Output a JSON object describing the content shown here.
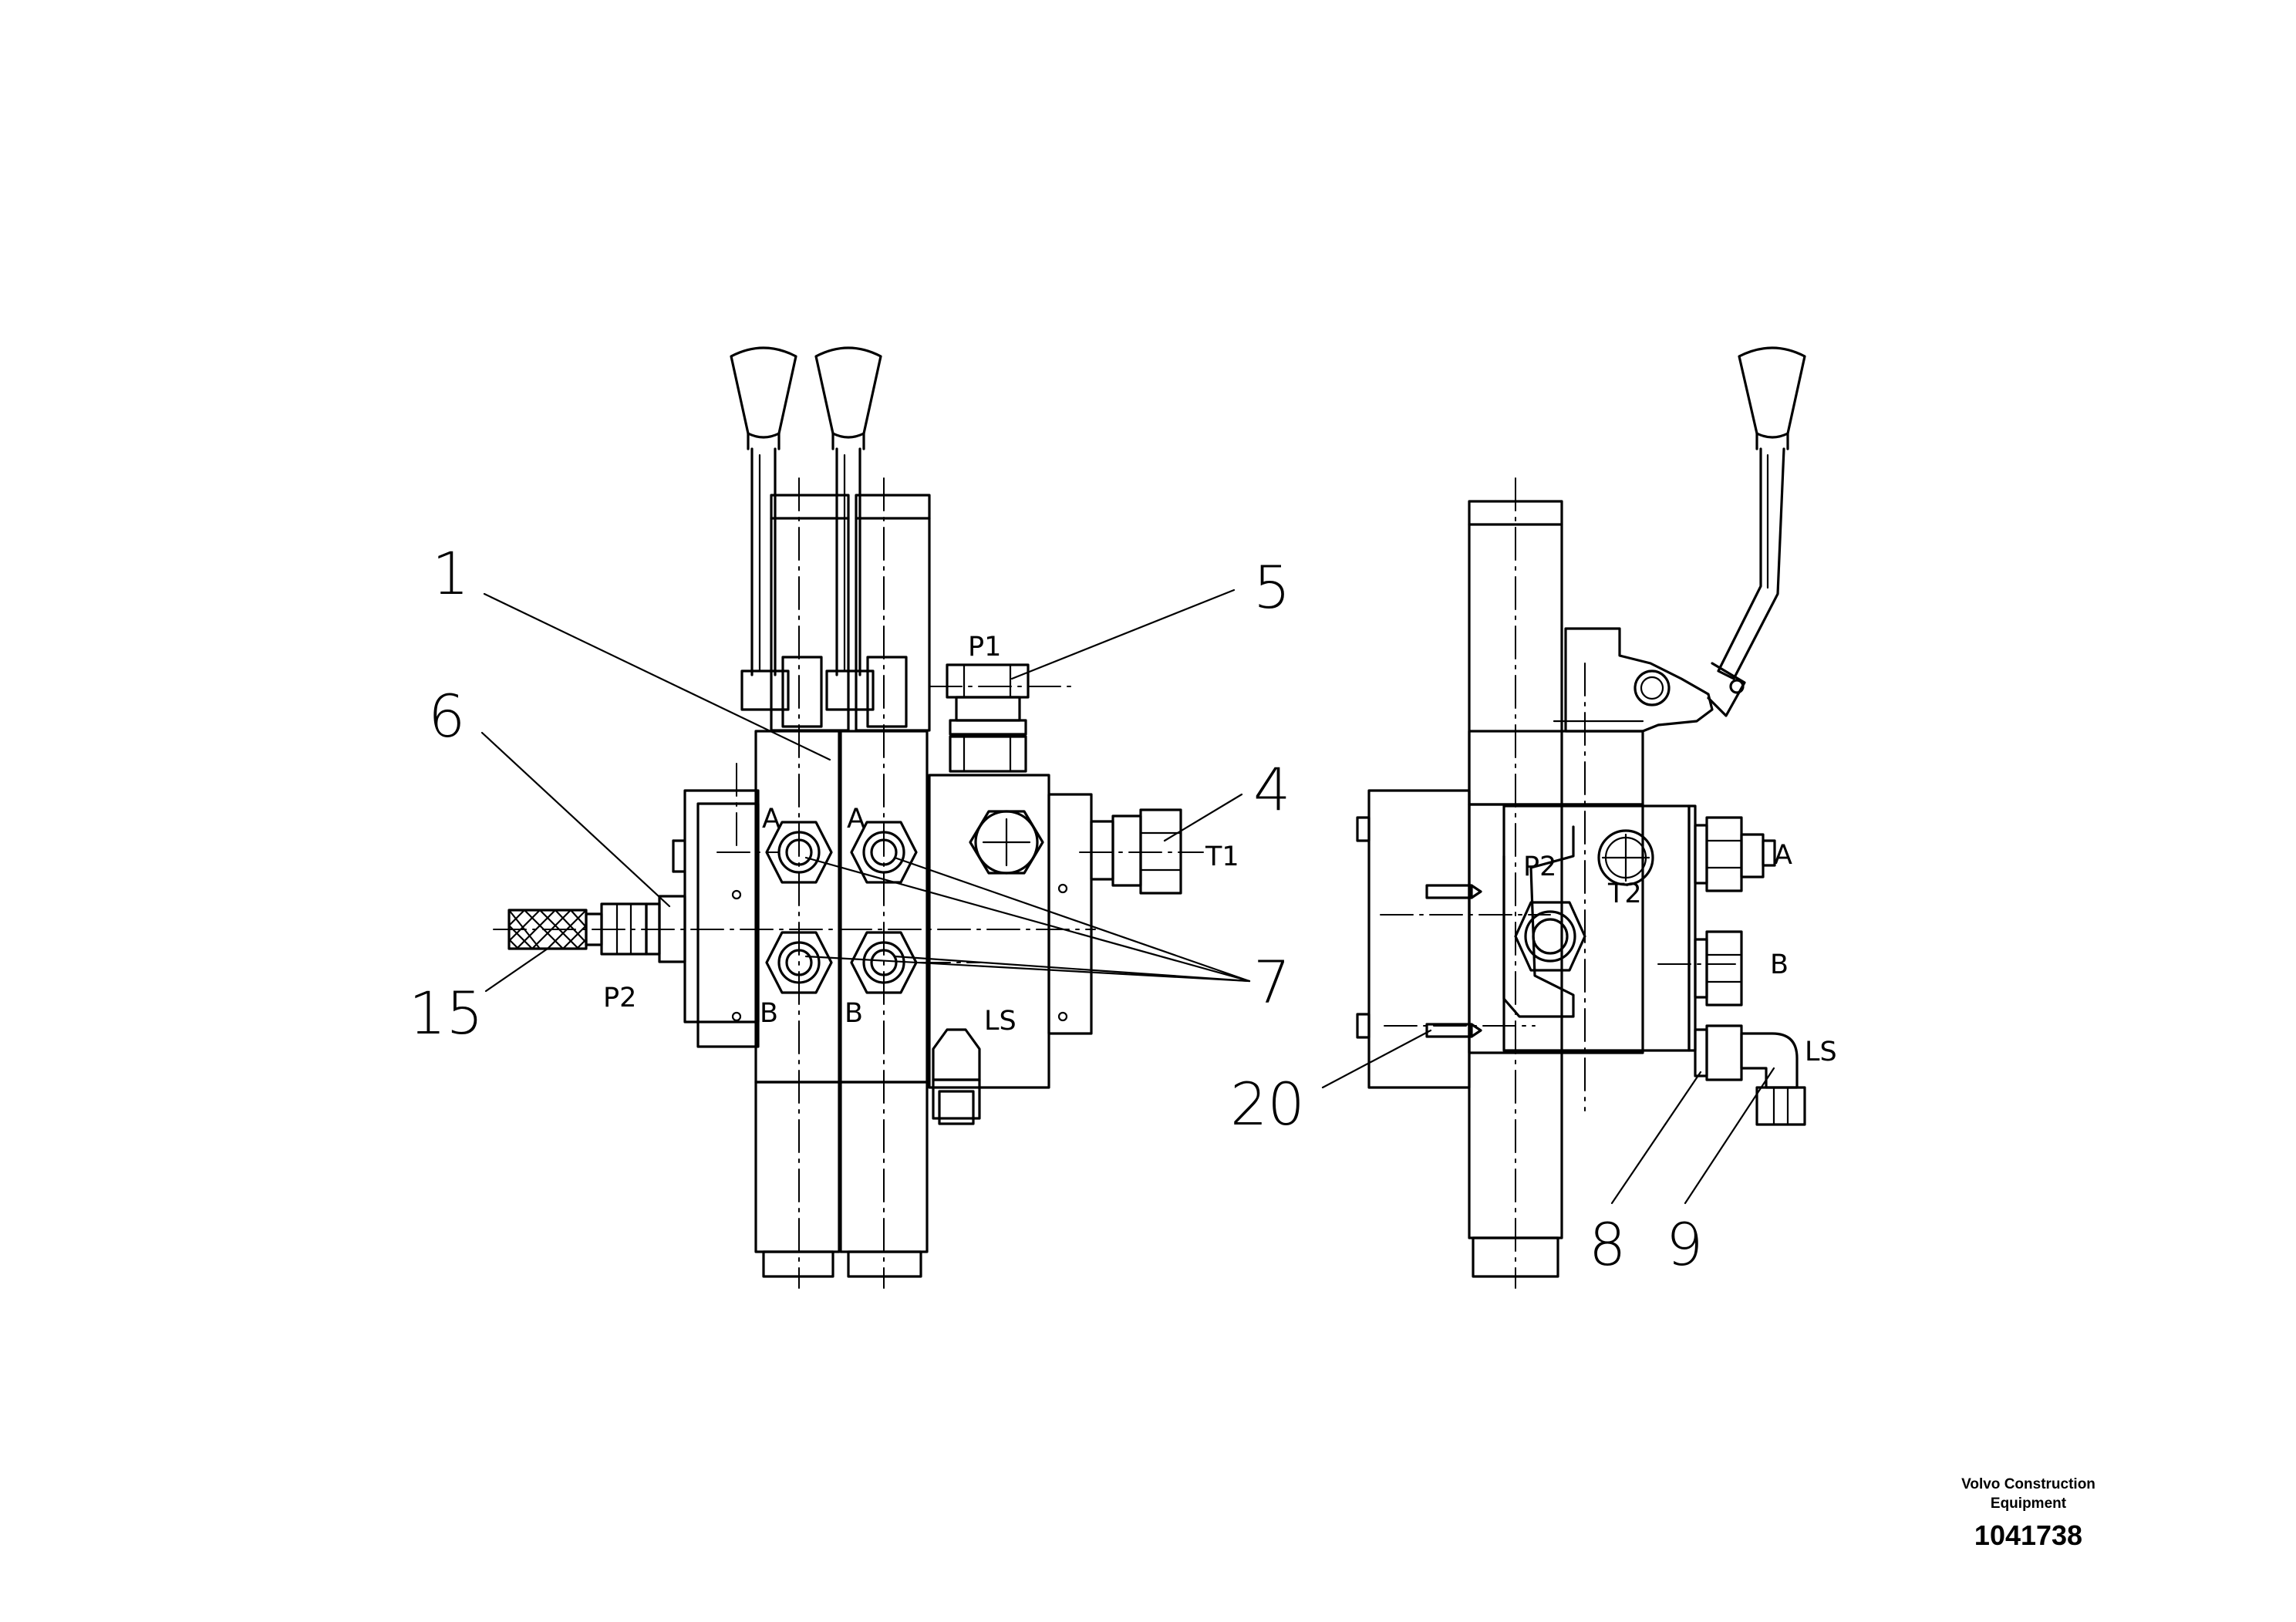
{
  "callouts": {
    "c1": "1",
    "c4": "4",
    "c5": "5",
    "c6": "6",
    "c7": "7",
    "c8": "8",
    "c9": "9",
    "c15": "15",
    "c20": "20"
  },
  "ports": {
    "p1": "P1",
    "t1": "T1",
    "p2_left": "P2",
    "ls_left": "LS",
    "a1": "A",
    "a2": "A",
    "b1": "B",
    "b2": "B",
    "p2_right": "P2",
    "t2": "T2",
    "a_right": "A",
    "b_right": "B",
    "ls_right": "LS"
  },
  "titleblock": {
    "maker_line1": "Volvo Construction",
    "maker_line2": "Equipment",
    "doc_number": "1041738"
  }
}
